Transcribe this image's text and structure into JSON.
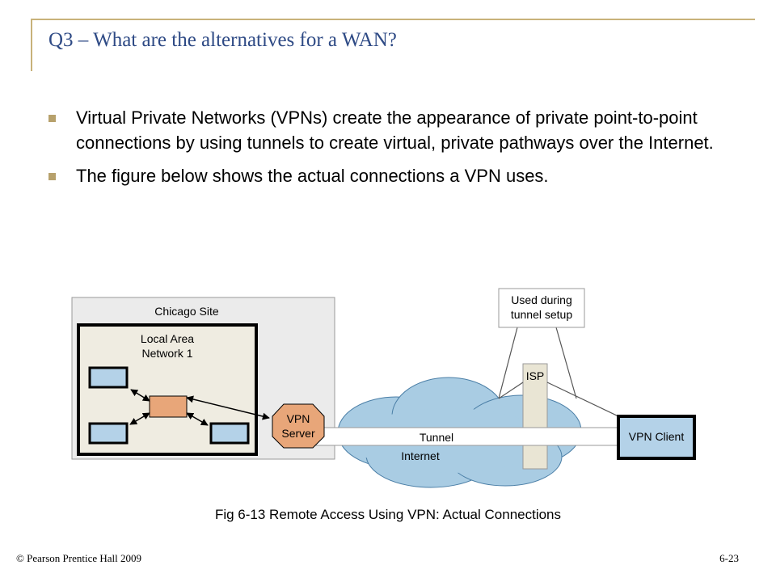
{
  "slide": {
    "title": "Q3 – What are the alternatives for a WAN?",
    "bullets": [
      "Virtual Private Networks (VPNs) create the appearance of private point-to-point connections by using tunnels to create virtual, private pathways over the Internet.",
      "The figure below shows the actual connections a VPN uses."
    ]
  },
  "diagram": {
    "site_label": "Chicago Site",
    "lan_label_line1": "Local Area",
    "lan_label_line2": "Network 1",
    "vpn_server_line1": "VPN",
    "vpn_server_line2": "Server",
    "tunnel_label": "Tunnel",
    "internet_label": "Internet",
    "isp_label": "ISP",
    "vpn_client_label": "VPN Client",
    "callout_line1": "Used during",
    "callout_line2": "tunnel setup"
  },
  "caption": "Fig 6-13 Remote Access Using VPN: Actual Connections",
  "footer": {
    "copyright": "© Pearson Prentice Hall 2009",
    "page_number": "6-23"
  },
  "colors": {
    "title": "#2e4a85",
    "accent": "#c8b27a",
    "cloud": "#a9cce3",
    "vpn_server": "#e8a679",
    "isp_bar": "#e9e5d4",
    "monitor": "#b4d2e8"
  }
}
